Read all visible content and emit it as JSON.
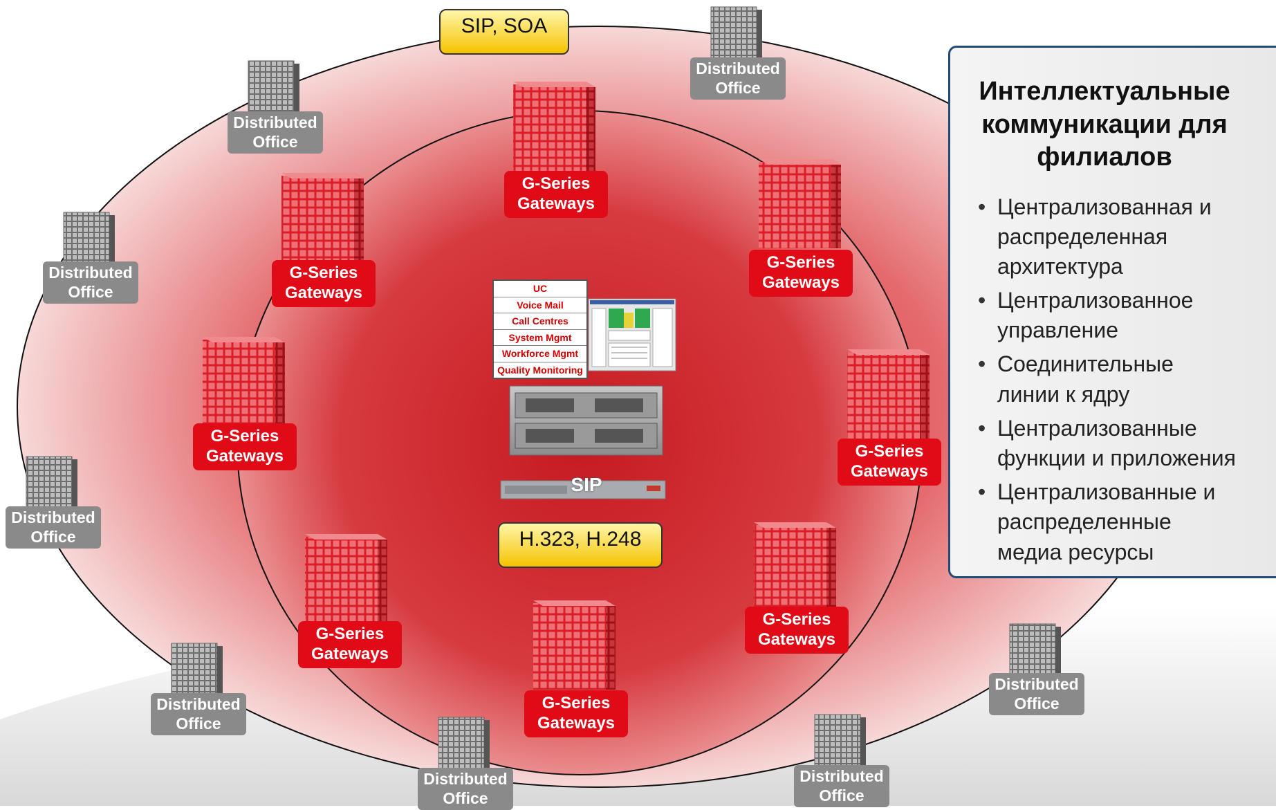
{
  "protocols": {
    "top": "SIP, SOA",
    "center": "H.323, H.248"
  },
  "gateway_label": "G-Series\nGateways",
  "office_label": "Distributed\nOffice",
  "applications": [
    "UC",
    "Voice Mail",
    "Call Centres",
    "System Mgmt",
    "Workforce Mgmt",
    "Quality Monitoring"
  ],
  "sip_device_label": "SIP",
  "panel": {
    "title": "Интеллектуальные\nкоммуникации для\nфилиалов",
    "bullets": [
      "Централизованная и\nраспределенная\nархитектура",
      "Централизованное\nуправление",
      "Соединительные\nлинии  к ядру",
      "Централизованные\nфункции и приложения",
      "Централизованные и\nраспределенные\nмедиа ресурсы"
    ]
  },
  "colors": {
    "gateway_red": "#e10a17",
    "office_gray": "#8a8a8a",
    "protocol_yellow": "#f5c300",
    "panel_border": "#1f4a7a"
  }
}
